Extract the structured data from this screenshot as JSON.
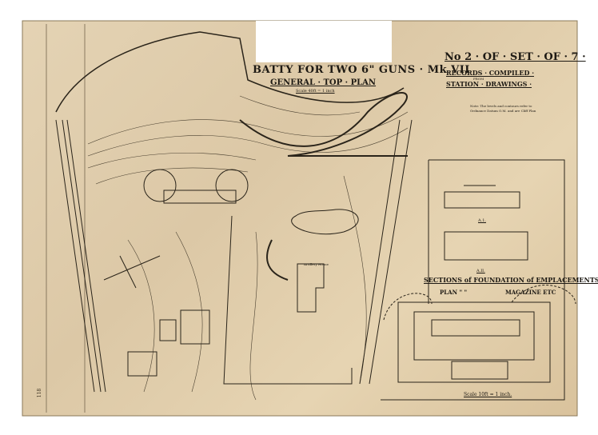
{
  "drawing": {
    "title": "BATTY FOR TWO 6\" GUNS · Mk VII",
    "subtitle": "GENERAL · TOP · PLAN",
    "title_scale": "Scale 40ft = 1 inch",
    "set_number": "No 2 · OF · SET · OF · 7 ·",
    "records_line1": "RECORDS · COMPILED ·",
    "records_from": "FROM",
    "records_line2": "STATION · DRAWINGS ·",
    "note": "Note: The levels and contours refer to Ordnance Datum O.M. and are Cliff Plan",
    "section_a1": "A.1.",
    "section_a2": "A.II.",
    "sections_title": "SECTIONS of FOUNDATION of EMPLACEMENTS",
    "plan_label": "PLAN \"  \"",
    "magazine_label": "MAGAZINE ETC",
    "plan_scale": "Scale 10ft = 1 inch.",
    "building_label": "Artillery House",
    "sheet_mark": "118"
  },
  "colors": {
    "paper": "#dfcba8",
    "ink": "#1e1a14"
  }
}
